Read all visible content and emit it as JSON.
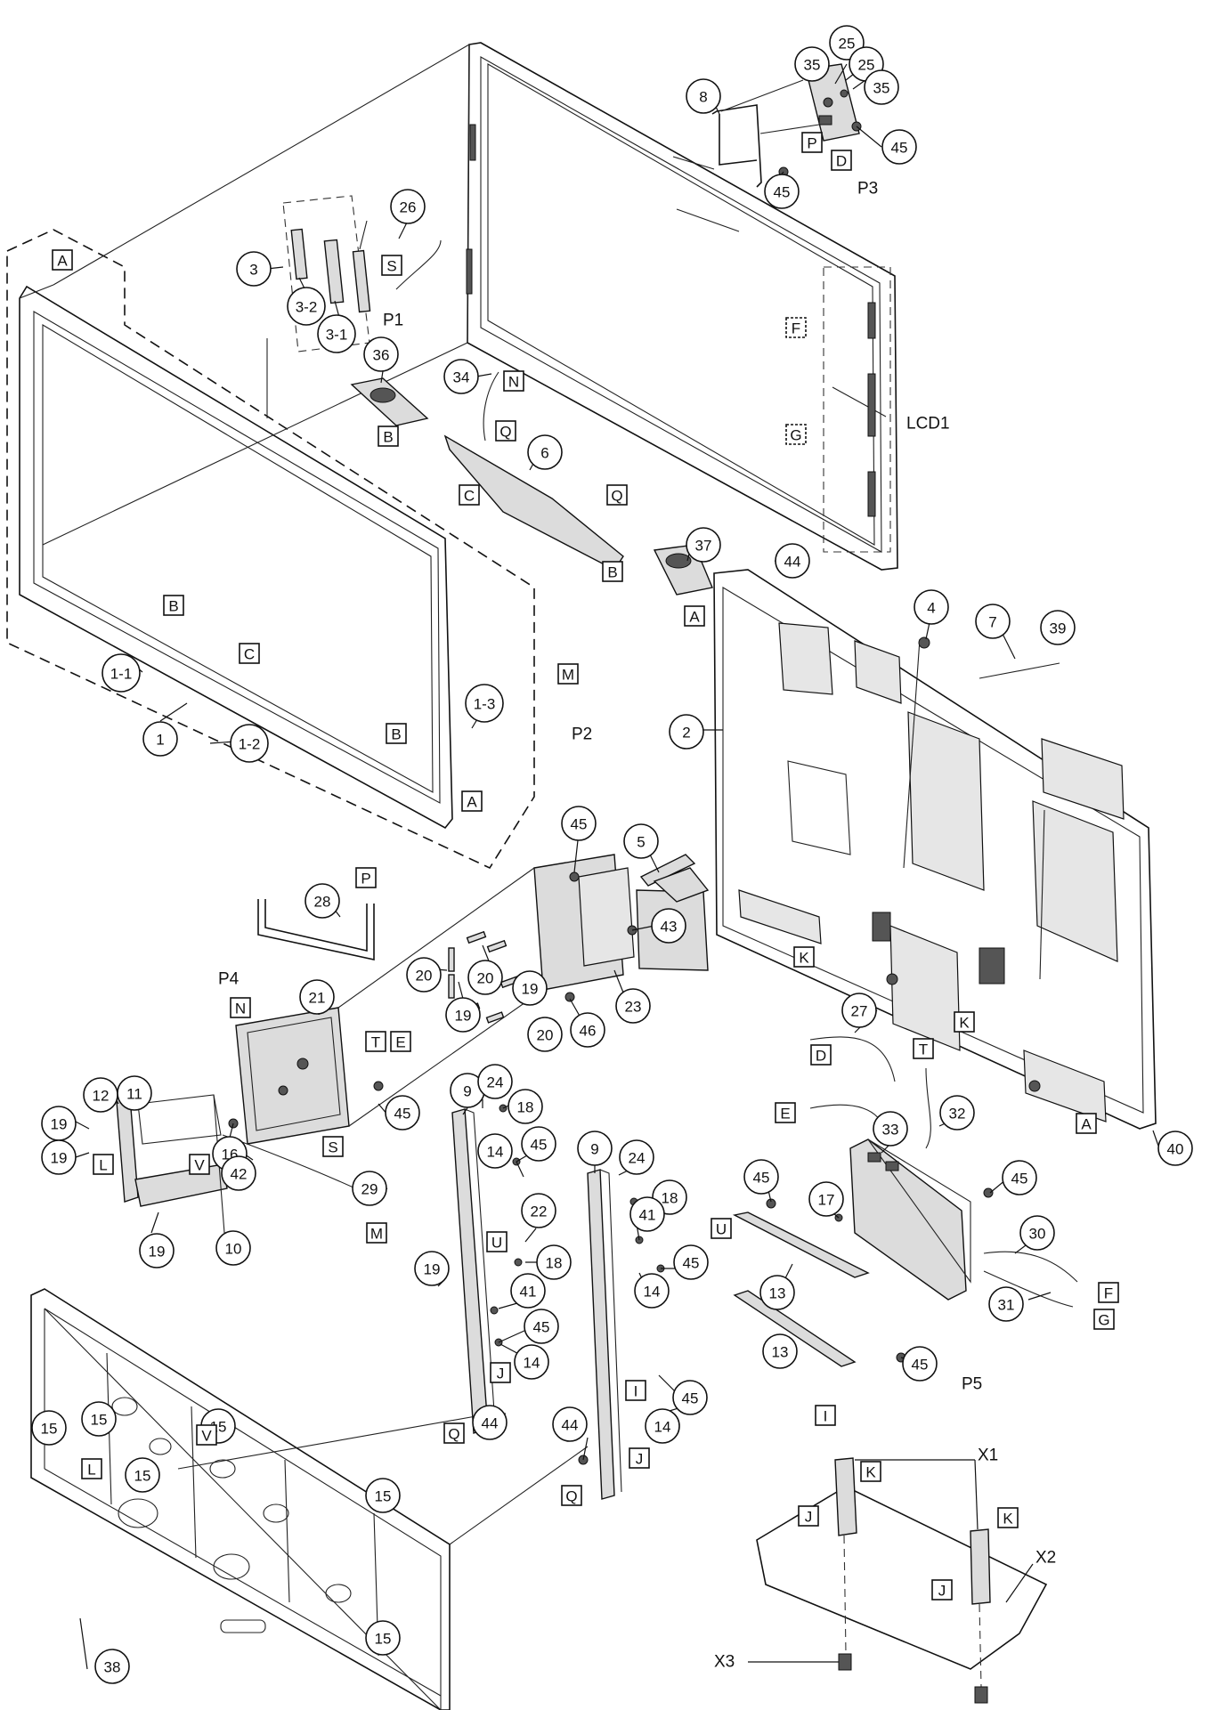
{
  "callouts": [
    {
      "id": "c25a",
      "label": "25"
    },
    {
      "id": "c25b",
      "label": "25"
    },
    {
      "id": "c35a",
      "label": "35"
    },
    {
      "id": "c35b",
      "label": "35"
    },
    {
      "id": "c8",
      "label": "8"
    },
    {
      "id": "c45a",
      "label": "45"
    },
    {
      "id": "c45b",
      "label": "45"
    },
    {
      "id": "c26",
      "label": "26"
    },
    {
      "id": "c3",
      "label": "3"
    },
    {
      "id": "c3-2",
      "label": "3-2"
    },
    {
      "id": "c3-1",
      "label": "3-1"
    },
    {
      "id": "c36",
      "label": "36"
    },
    {
      "id": "c34",
      "label": "34"
    },
    {
      "id": "c6",
      "label": "6"
    },
    {
      "id": "c37",
      "label": "37"
    },
    {
      "id": "c44a",
      "label": "44"
    },
    {
      "id": "c4",
      "label": "4"
    },
    {
      "id": "c7",
      "label": "7"
    },
    {
      "id": "c39",
      "label": "39"
    },
    {
      "id": "c2",
      "label": "2"
    },
    {
      "id": "c1-1",
      "label": "1-1"
    },
    {
      "id": "c1-2",
      "label": "1-2"
    },
    {
      "id": "c1-3",
      "label": "1-3"
    },
    {
      "id": "c1",
      "label": "1"
    },
    {
      "id": "c45c",
      "label": "45"
    },
    {
      "id": "c5",
      "label": "5"
    },
    {
      "id": "c28",
      "label": "28"
    },
    {
      "id": "c43",
      "label": "43"
    },
    {
      "id": "c20a",
      "label": "20"
    },
    {
      "id": "c20b",
      "label": "20"
    },
    {
      "id": "c20c",
      "label": "20"
    },
    {
      "id": "c21",
      "label": "21"
    },
    {
      "id": "c19a",
      "label": "19"
    },
    {
      "id": "c19b",
      "label": "19"
    },
    {
      "id": "c23",
      "label": "23"
    },
    {
      "id": "c46",
      "label": "46"
    },
    {
      "id": "c27",
      "label": "27"
    },
    {
      "id": "c12",
      "label": "12"
    },
    {
      "id": "c11",
      "label": "11"
    },
    {
      "id": "c19c",
      "label": "19"
    },
    {
      "id": "c19d",
      "label": "19"
    },
    {
      "id": "c16",
      "label": "16"
    },
    {
      "id": "c45d",
      "label": "45"
    },
    {
      "id": "c42",
      "label": "42"
    },
    {
      "id": "c29",
      "label": "29"
    },
    {
      "id": "c9a",
      "label": "9"
    },
    {
      "id": "c24a",
      "label": "24"
    },
    {
      "id": "c18a",
      "label": "18"
    },
    {
      "id": "c14a",
      "label": "14"
    },
    {
      "id": "c45e",
      "label": "45"
    },
    {
      "id": "c33",
      "label": "33"
    },
    {
      "id": "c32",
      "label": "32"
    },
    {
      "id": "c40",
      "label": "40"
    },
    {
      "id": "c9b",
      "label": "9"
    },
    {
      "id": "c24b",
      "label": "24"
    },
    {
      "id": "c18b",
      "label": "18"
    },
    {
      "id": "c45f",
      "label": "45"
    },
    {
      "id": "c17",
      "label": "17"
    },
    {
      "id": "c45g",
      "label": "45"
    },
    {
      "id": "c19e",
      "label": "19"
    },
    {
      "id": "c10",
      "label": "10"
    },
    {
      "id": "c22",
      "label": "22"
    },
    {
      "id": "c18c",
      "label": "18"
    },
    {
      "id": "c41a",
      "label": "41"
    },
    {
      "id": "c45h",
      "label": "45"
    },
    {
      "id": "c14b",
      "label": "14"
    },
    {
      "id": "c30",
      "label": "30"
    },
    {
      "id": "c13a",
      "label": "13"
    },
    {
      "id": "c31",
      "label": "31"
    },
    {
      "id": "c19f",
      "label": "19"
    },
    {
      "id": "c41b",
      "label": "41"
    },
    {
      "id": "c45i",
      "label": "45"
    },
    {
      "id": "c14c",
      "label": "14"
    },
    {
      "id": "c13b",
      "label": "13"
    },
    {
      "id": "c45j",
      "label": "45"
    },
    {
      "id": "c44b",
      "label": "44"
    },
    {
      "id": "c15a",
      "label": "15"
    },
    {
      "id": "c15b",
      "label": "15"
    },
    {
      "id": "c15c",
      "label": "15"
    },
    {
      "id": "c15d",
      "label": "15"
    },
    {
      "id": "c15e",
      "label": "15"
    },
    {
      "id": "c45k",
      "label": "45"
    },
    {
      "id": "c14d",
      "label": "14"
    },
    {
      "id": "c44c",
      "label": "44"
    },
    {
      "id": "c38",
      "label": "38"
    },
    {
      "id": "c15f",
      "label": "15"
    }
  ],
  "tags": [
    {
      "id": "tP1",
      "label": "P"
    },
    {
      "id": "tD1",
      "label": "D"
    },
    {
      "id": "tA1",
      "label": "A"
    },
    {
      "id": "tS1",
      "label": "S"
    },
    {
      "id": "tN1",
      "label": "N"
    },
    {
      "id": "tF",
      "label": "F"
    },
    {
      "id": "tG",
      "label": "G"
    },
    {
      "id": "tB1",
      "label": "B"
    },
    {
      "id": "tQ1",
      "label": "Q"
    },
    {
      "id": "tC1",
      "label": "C"
    },
    {
      "id": "tQ2",
      "label": "Q"
    },
    {
      "id": "tB2",
      "label": "B"
    },
    {
      "id": "tA2",
      "label": "A"
    },
    {
      "id": "tB3",
      "label": "B"
    },
    {
      "id": "tC2",
      "label": "C"
    },
    {
      "id": "tM1",
      "label": "M"
    },
    {
      "id": "tB4",
      "label": "B"
    },
    {
      "id": "tA3",
      "label": "A"
    },
    {
      "id": "tP2",
      "label": "P"
    },
    {
      "id": "tK1",
      "label": "K"
    },
    {
      "id": "tN2",
      "label": "N"
    },
    {
      "id": "tT1",
      "label": "T"
    },
    {
      "id": "tE1",
      "label": "E"
    },
    {
      "id": "tK2",
      "label": "K"
    },
    {
      "id": "tD2",
      "label": "D"
    },
    {
      "id": "tT2",
      "label": "T"
    },
    {
      "id": "tE2",
      "label": "E"
    },
    {
      "id": "tL1",
      "label": "L"
    },
    {
      "id": "tV1",
      "label": "V"
    },
    {
      "id": "tS2",
      "label": "S"
    },
    {
      "id": "tA4",
      "label": "A"
    },
    {
      "id": "tM2",
      "label": "M"
    },
    {
      "id": "tU1",
      "label": "U"
    },
    {
      "id": "tU2",
      "label": "U"
    },
    {
      "id": "tF2",
      "label": "F"
    },
    {
      "id": "tG2",
      "label": "G"
    },
    {
      "id": "tJ1",
      "label": "J"
    },
    {
      "id": "tQ3",
      "label": "Q"
    },
    {
      "id": "tI1",
      "label": "I"
    },
    {
      "id": "tI2",
      "label": "I"
    },
    {
      "id": "tL2",
      "label": "L"
    },
    {
      "id": "tV2",
      "label": "V"
    },
    {
      "id": "tJ2",
      "label": "J"
    },
    {
      "id": "tQ4",
      "label": "Q"
    },
    {
      "id": "tK3",
      "label": "K"
    },
    {
      "id": "tJ3",
      "label": "J"
    },
    {
      "id": "tK4",
      "label": "K"
    },
    {
      "id": "tJ4",
      "label": "J"
    }
  ],
  "refs": [
    {
      "id": "rP3",
      "label": "P3"
    },
    {
      "id": "rP1",
      "label": "P1"
    },
    {
      "id": "rLCD1",
      "label": "LCD1"
    },
    {
      "id": "rP2",
      "label": "P2"
    },
    {
      "id": "rP4",
      "label": "P4"
    },
    {
      "id": "rP5",
      "label": "P5"
    },
    {
      "id": "rX1",
      "label": "X1"
    },
    {
      "id": "rX2",
      "label": "X2"
    },
    {
      "id": "rX3",
      "label": "X3"
    }
  ]
}
